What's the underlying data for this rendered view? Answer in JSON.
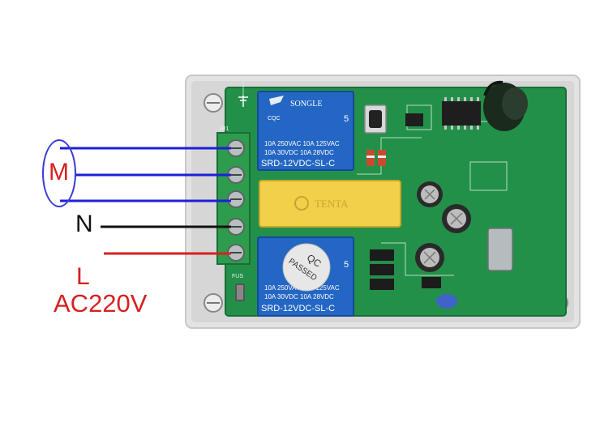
{
  "labels": {
    "motor": "M",
    "neutral": "N",
    "live": "L",
    "voltage": "AC220V"
  },
  "board": {
    "relay_top": {
      "brand": "SONGLE",
      "rating_1": "10A 250VAC   10A 125VAC",
      "rating_2": "10A 30VDC   10A 28VDC",
      "model": "SRD-12VDC-SL-C",
      "number": "5",
      "cert": "CQC"
    },
    "relay_bottom": {
      "rating_1": "10A 250VAC   10A 125VAC",
      "rating_2": "10A 30VDC   10A 28VDC",
      "model": "SRD-12VDC-SL-C",
      "number": "5",
      "sticker_line_1": "QC",
      "sticker_line_2": "PASSED"
    },
    "capacitor": {
      "brand": "TENTA"
    },
    "silkscreen": {
      "jr1": "JR1",
      "fuse": "FUS"
    }
  },
  "colors": {
    "motor_wire": "#1f1fd8",
    "neutral_wire": "#111111",
    "live_wire": "#d81f1f",
    "motor_label": "#d81f1f",
    "live_label": "#d81f1f",
    "neutral_label": "#111111",
    "pcb": "#1f8a3b",
    "relay": "#2466c4",
    "capacitor": "#f2d04a"
  }
}
